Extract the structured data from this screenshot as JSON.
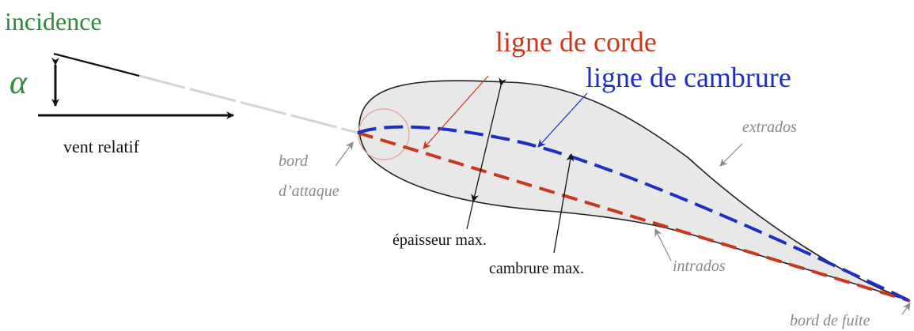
{
  "labels": {
    "incidence": "incidence",
    "alpha": "α",
    "vent_relatif": "vent relatif",
    "ligne_de_corde": "ligne de corde",
    "ligne_de_cambrure": "ligne de cambrure",
    "extrados": "extrados",
    "intrados": "intrados",
    "bord_attaque_1": "bord",
    "bord_attaque_2": "d’attaque",
    "epaisseur_max": "épaisseur max.",
    "cambrure_max": "cambrure max.",
    "bord_de_fuite": "bord de fuite"
  },
  "colors": {
    "incidence": "#2e8b3a",
    "corde": "#c8381c",
    "cambrure": "#1f2fbf",
    "airfoil_fill": "#e8e8e8",
    "annotation_gray": "#8a8a8a",
    "black": "#111111",
    "wind_dashed": "#d4d4d4"
  }
}
